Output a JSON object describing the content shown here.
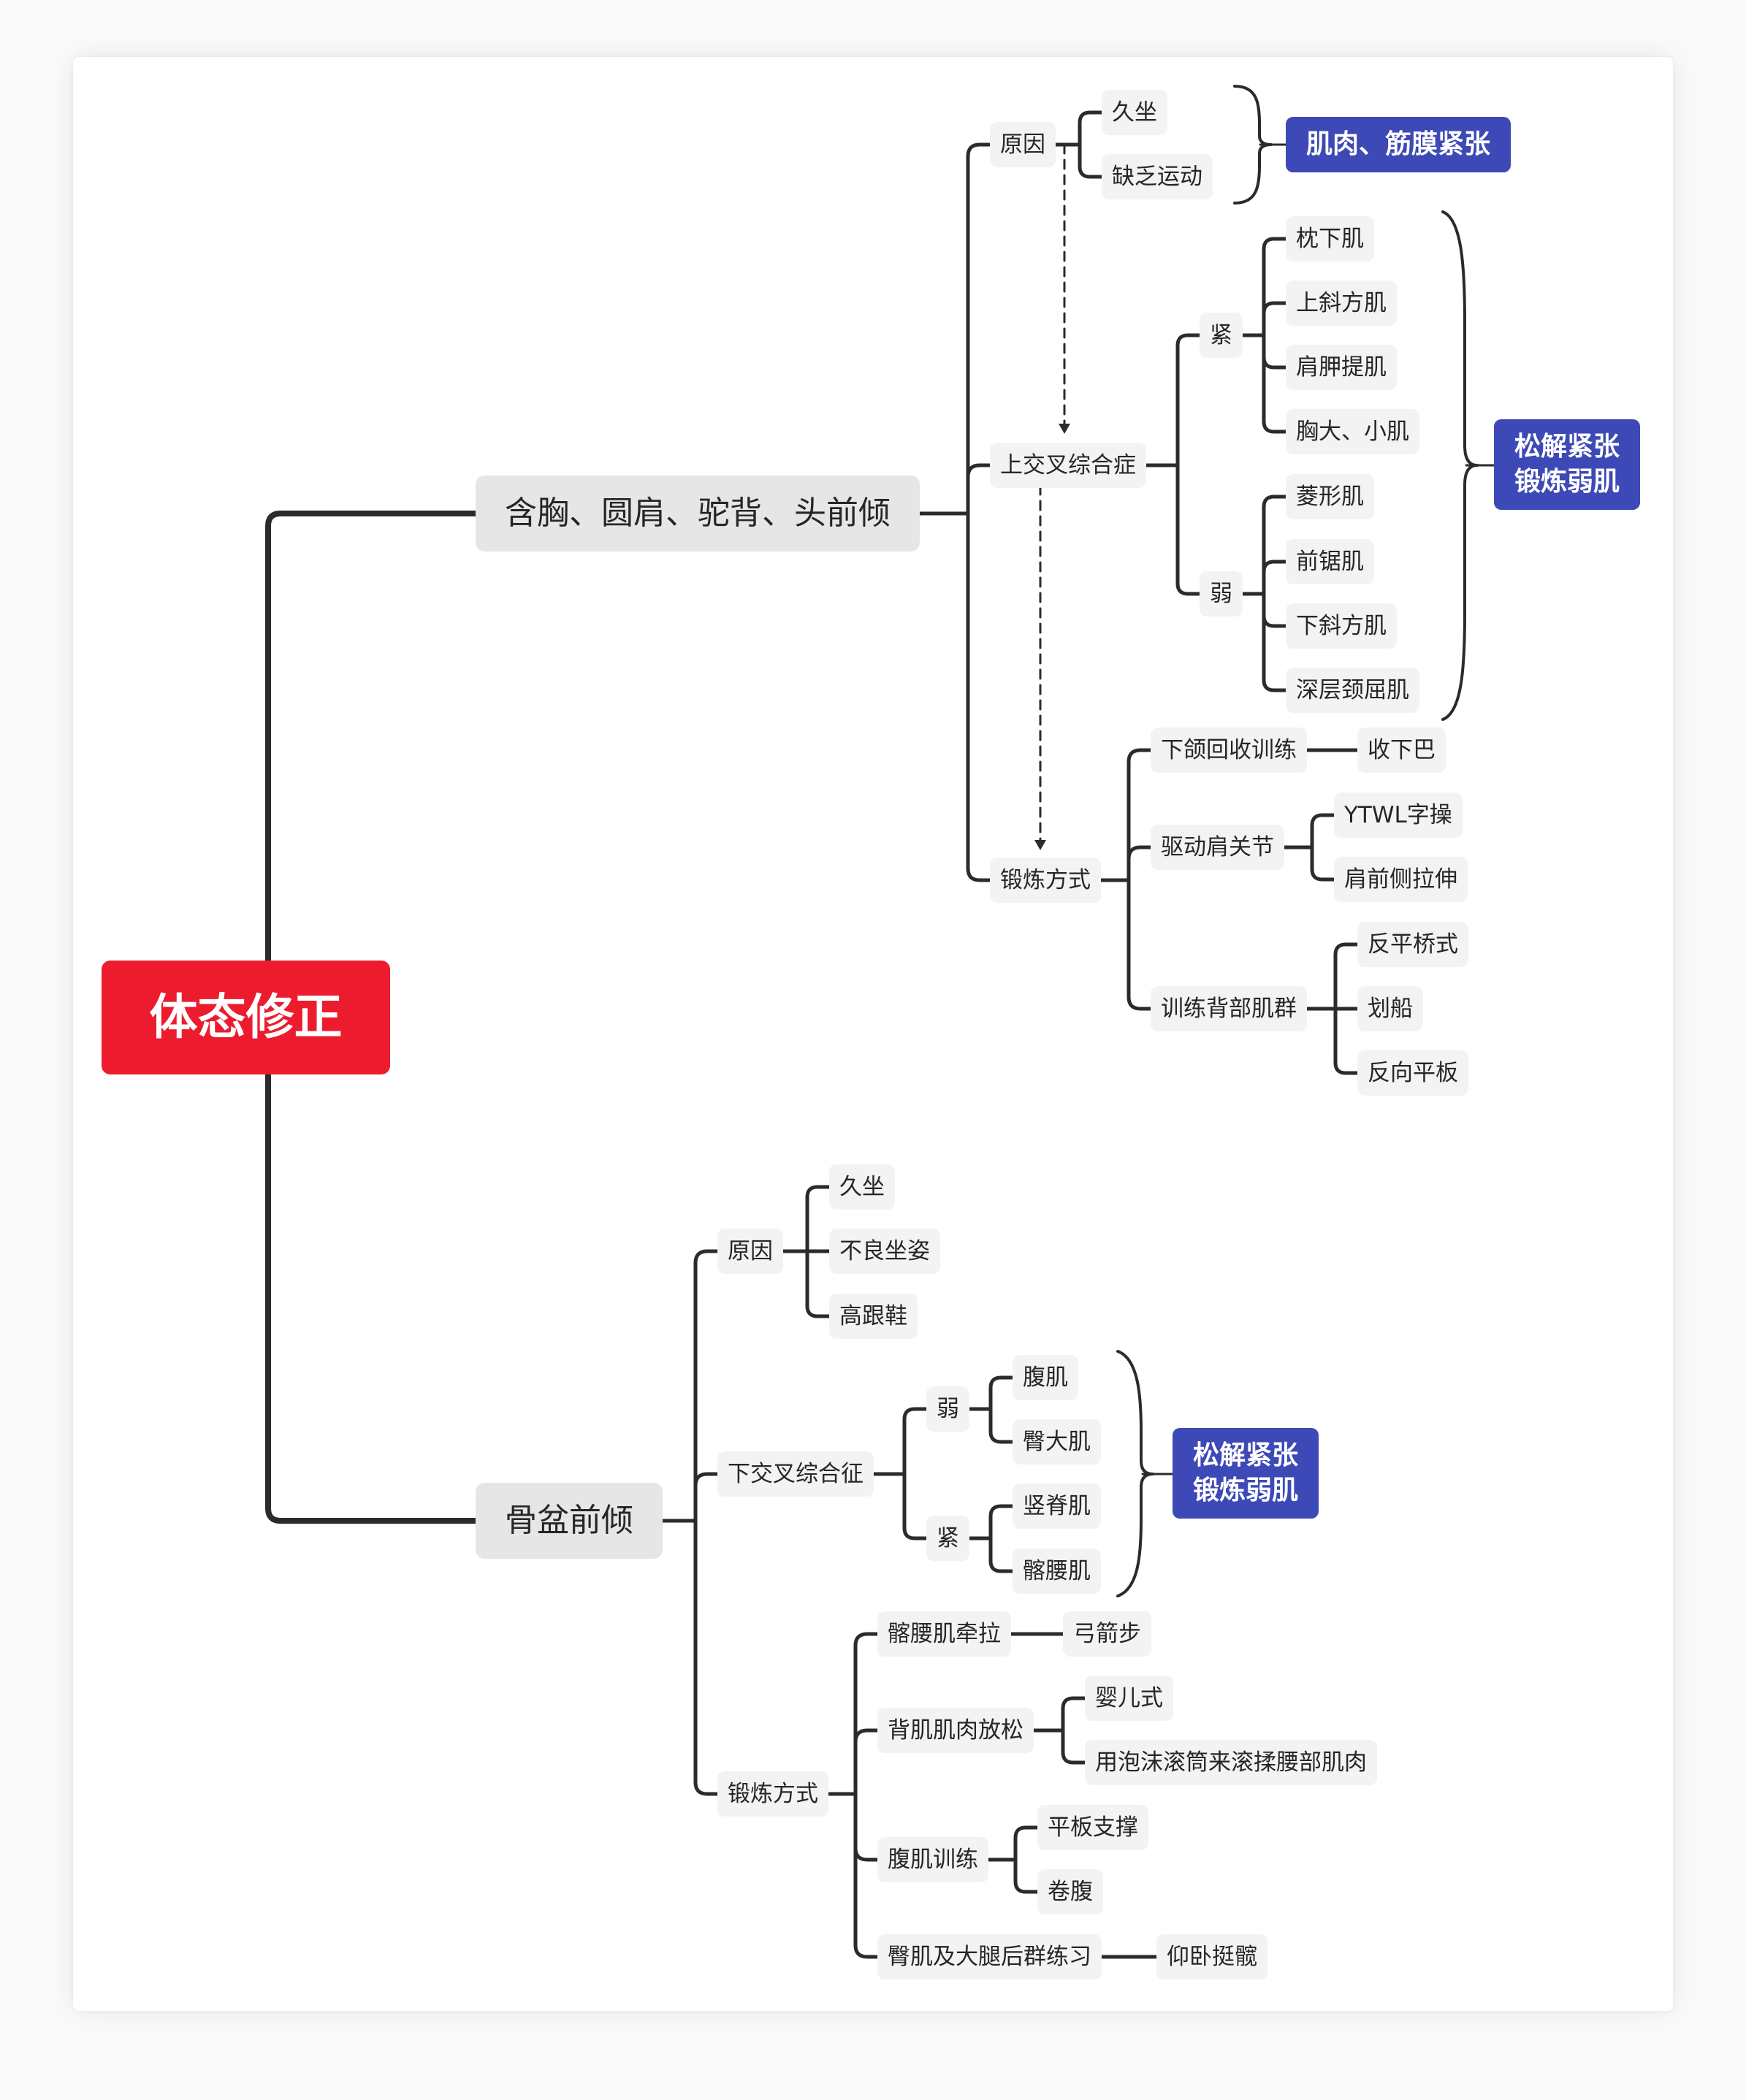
{
  "root": "体态修正",
  "branch1": {
    "label": "含胸、圆肩、驼背、头前倾",
    "cause": {
      "label": "原因",
      "items": [
        "久坐",
        "缺乏运动"
      ],
      "summary": "肌肉、筋膜紧张"
    },
    "syndrome": {
      "label": "上交叉综合症",
      "tight": {
        "label": "紧",
        "items": [
          "枕下肌",
          "上斜方肌",
          "肩胛提肌",
          "胸大、小肌"
        ]
      },
      "weak": {
        "label": "弱",
        "items": [
          "菱形肌",
          "前锯肌",
          "下斜方肌",
          "深层颈屈肌"
        ]
      },
      "summary": [
        "松解紧张",
        "锻炼弱肌"
      ]
    },
    "exercise": {
      "label": "锻炼方式",
      "groups": [
        {
          "label": "下颌回收训练",
          "items": [
            "收下巴"
          ]
        },
        {
          "label": "驱动肩关节",
          "items": [
            "YTWL字操",
            "肩前侧拉伸"
          ]
        },
        {
          "label": "训练背部肌群",
          "items": [
            "反平桥式",
            "划船",
            "反向平板"
          ]
        }
      ]
    }
  },
  "branch2": {
    "label": "骨盆前倾",
    "cause": {
      "label": "原因",
      "items": [
        "久坐",
        "不良坐姿",
        "高跟鞋"
      ]
    },
    "syndrome": {
      "label": "下交叉综合征",
      "weak": {
        "label": "弱",
        "items": [
          "腹肌",
          "臀大肌"
        ]
      },
      "tight": {
        "label": "紧",
        "items": [
          "竖脊肌",
          "髂腰肌"
        ]
      },
      "summary": [
        "松解紧张",
        "锻炼弱肌"
      ]
    },
    "exercise": {
      "label": "锻炼方式",
      "groups": [
        {
          "label": "髂腰肌牵拉",
          "items": [
            "弓箭步"
          ]
        },
        {
          "label": "背肌肌肉放松",
          "items": [
            "婴儿式",
            "用泡沫滚筒来滚揉腰部肌肉"
          ]
        },
        {
          "label": "腹肌训练",
          "items": [
            "平板支撑",
            "卷腹"
          ]
        },
        {
          "label": "臀肌及大腿后群练习",
          "items": [
            "仰卧挺髋"
          ]
        }
      ]
    }
  },
  "colors": {
    "root": "#ec1c2e",
    "summary": "#3d49b6",
    "line": "#2b2b2b",
    "node": "#f3f3f3",
    "l1": "#e6e6e6"
  }
}
